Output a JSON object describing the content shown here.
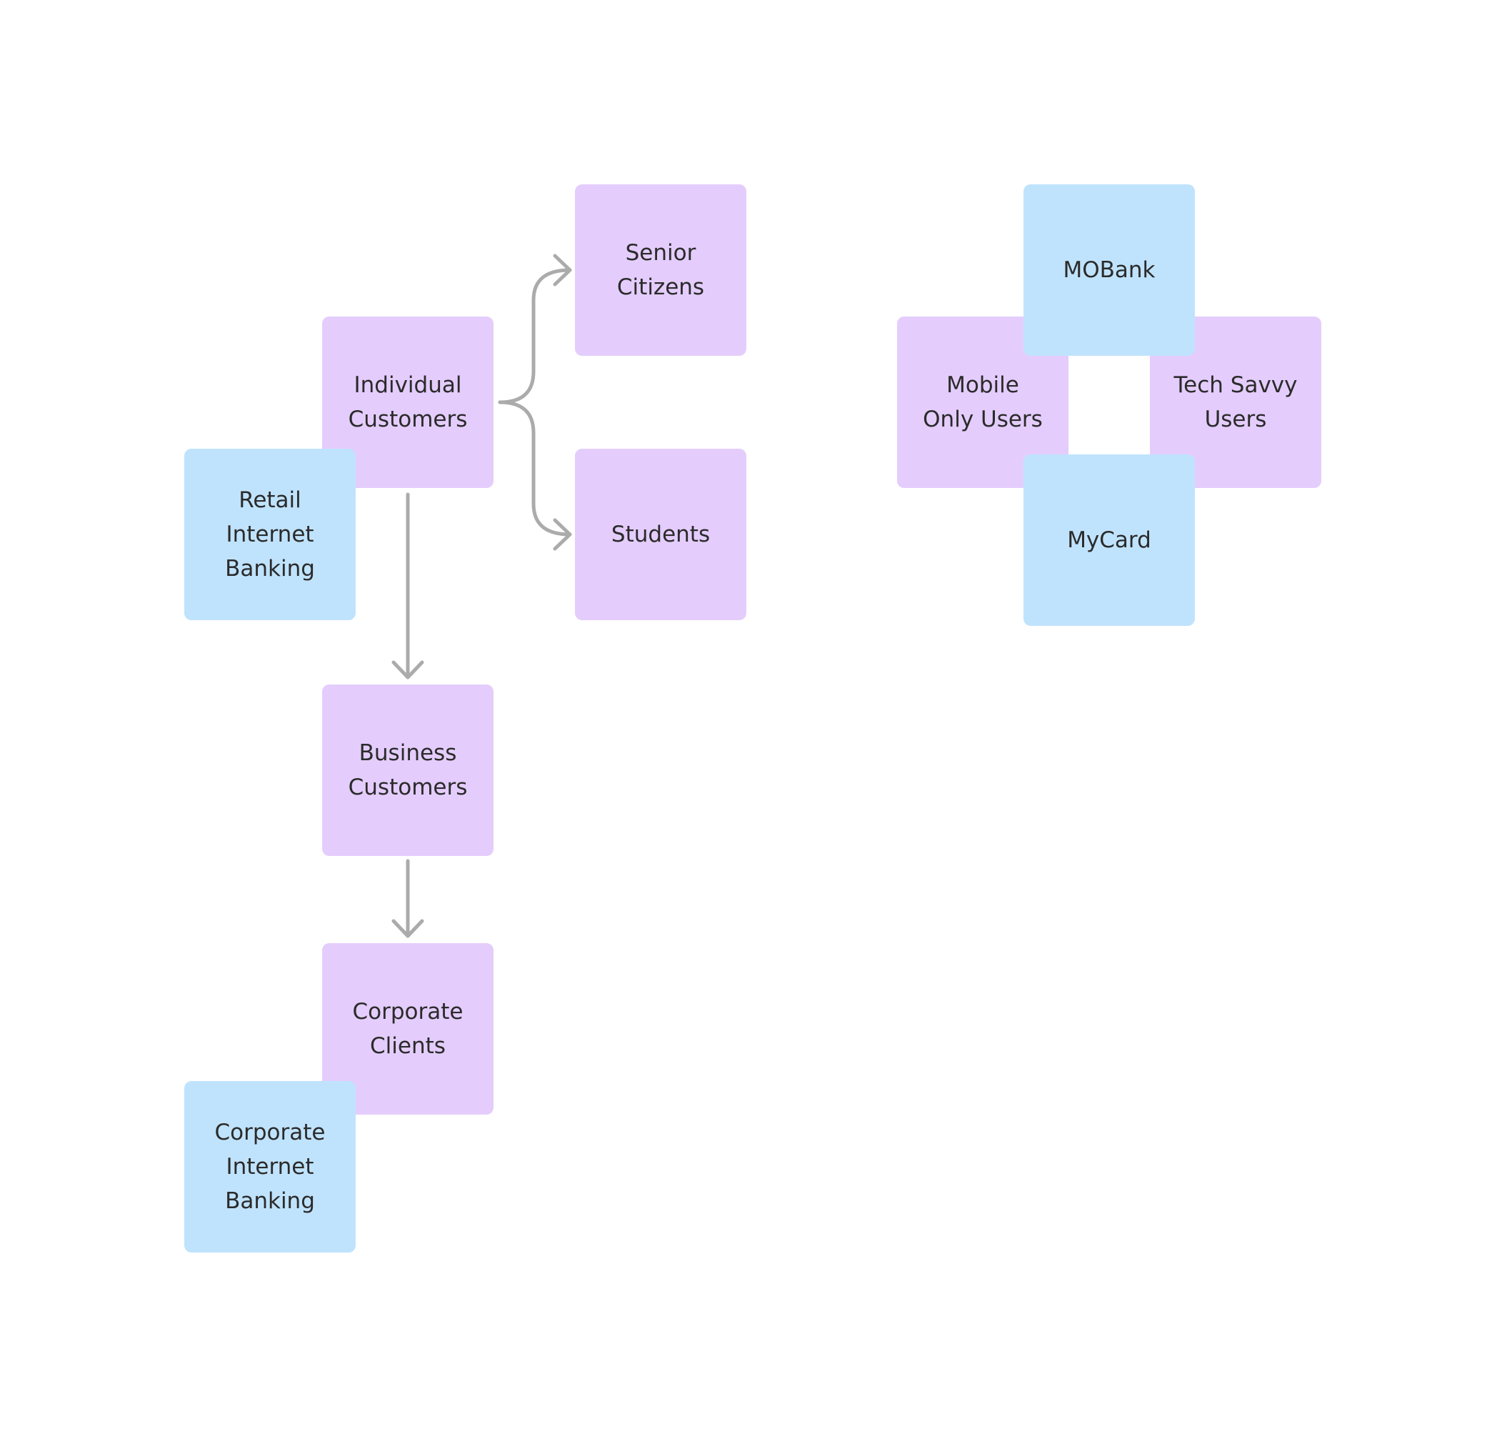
{
  "colors": {
    "segment": "#e4cdfc",
    "product": "#c0e3fd",
    "connector": "#ababab",
    "text": "#2b2b2b"
  },
  "nodes": {
    "individual_customers": "Individual\nCustomers",
    "senior_citizens": "Senior\nCitizens",
    "students": "Students",
    "retail_internet_banking": "Retail\nInternet\nBanking",
    "business_customers": "Business\nCustomers",
    "corporate_clients": "Corporate\nClients",
    "corporate_internet_banking": "Corporate\nInternet\nBanking",
    "mobank": "MOBank",
    "mobile_only_users": "Mobile\nOnly Users",
    "tech_savvy_users": "Tech Savvy\nUsers",
    "mycard": "MyCard"
  }
}
